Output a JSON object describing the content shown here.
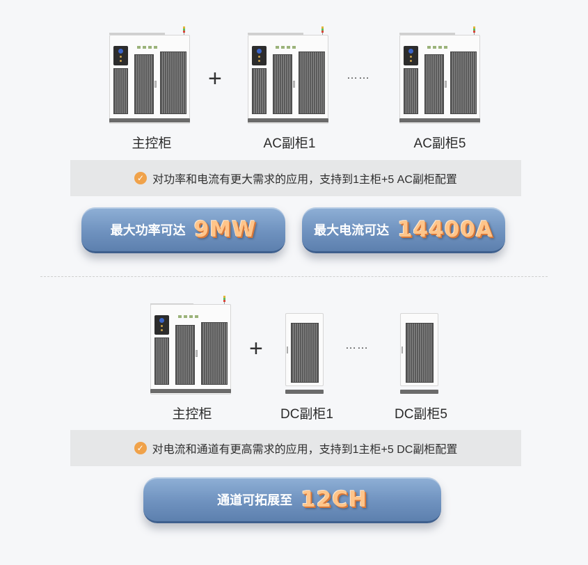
{
  "section1": {
    "captions": [
      "主控柜",
      "AC副柜1",
      "AC副柜5"
    ],
    "plus": "+",
    "ellipsis": "……",
    "note": "对功率和电流有更大需求的应用，支持到1主柜+5 AC副柜配置",
    "pills": [
      {
        "label": "最大功率可达",
        "value": "9MW"
      },
      {
        "label": "最大电流可达",
        "value": "14400A"
      }
    ]
  },
  "section2": {
    "captions": [
      "主控柜",
      "DC副柜1",
      "DC副柜5"
    ],
    "plus": "+",
    "ellipsis": "……",
    "note": "对电流和通道有更高需求的应用，支持到1主柜+5 DC副柜配置",
    "pill": {
      "label": "通道可拓展至",
      "value": "12CH"
    }
  },
  "colors": {
    "accent_orange": "#f0a24a",
    "pill_blue": "#6f92bf",
    "value_orange": "#ffc58a"
  },
  "icons": [
    "check-circle-icon",
    "status-lamp-icon"
  ]
}
